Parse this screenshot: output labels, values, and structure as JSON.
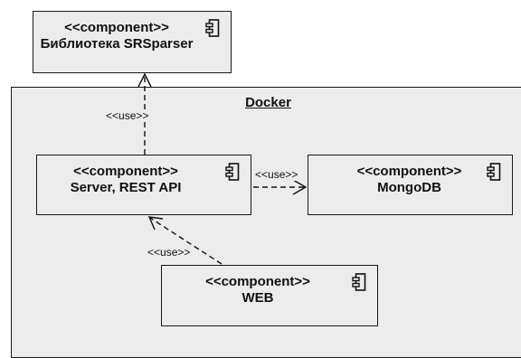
{
  "docker": {
    "title": "Docker"
  },
  "components": {
    "library": {
      "stereotype": "<<component>>",
      "name": "Библиотека SRSparser"
    },
    "server": {
      "stereotype": "<<component>>",
      "name": "Server, REST API"
    },
    "mongodb": {
      "stereotype": "<<component>>",
      "name": "MongoDB"
    },
    "web": {
      "stereotype": "<<component>>",
      "name": "WEB"
    }
  },
  "connectors": {
    "server_to_library": {
      "label": "<<use>>"
    },
    "server_to_mongodb": {
      "label": "<<use>>"
    },
    "web_to_server": {
      "label": "<<use>>"
    }
  }
}
